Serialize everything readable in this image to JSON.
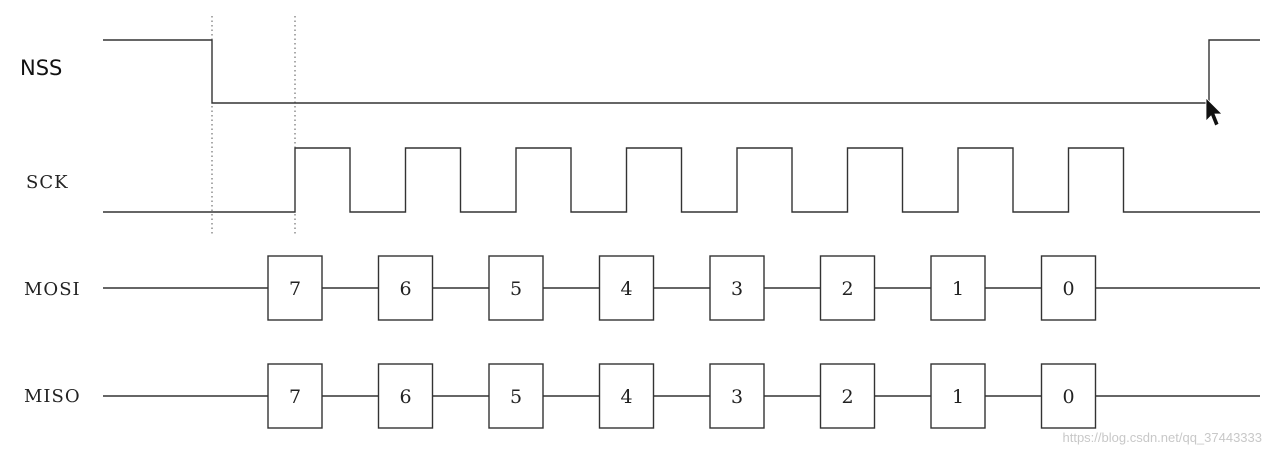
{
  "signals": {
    "nss": "NSS",
    "sck": "SCK",
    "mosi": "MOSI",
    "miso": "MISO"
  },
  "bits": [
    "7",
    "6",
    "5",
    "4",
    "3",
    "2",
    "1",
    "0"
  ],
  "watermark": "https://blog.csdn.net/qq_37443333",
  "colors": {
    "line": "#333333",
    "text": "#222222",
    "watermark": "#c8c8c8"
  },
  "icons": {
    "cursor": "mouse-pointer-icon"
  }
}
